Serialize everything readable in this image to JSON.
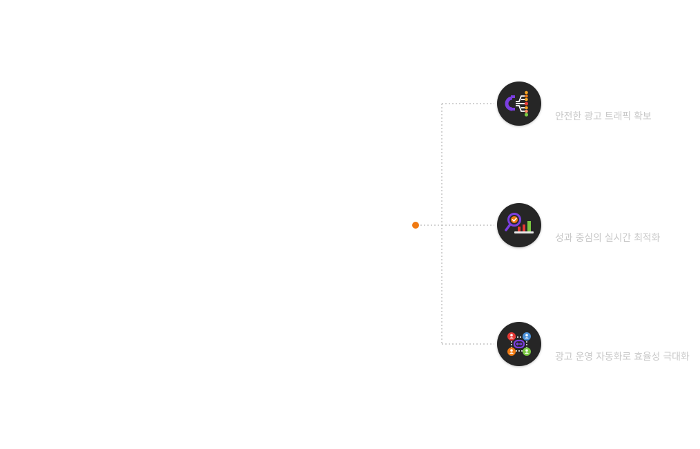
{
  "colors": {
    "origin_dot": "#f07a12",
    "connector": "#c4c4c4",
    "node_fill": "#262626",
    "label_text": "#c9c9c9"
  },
  "items": [
    {
      "icon": "magnet-funnel-icon",
      "label": "안전한 광고 트래픽 확보"
    },
    {
      "icon": "magnifier-chart-icon",
      "label": "성과 중심의 실시간 최적화"
    },
    {
      "icon": "user-network-icon",
      "label": "광고 운영 자동화로 효율성 극대화"
    }
  ]
}
